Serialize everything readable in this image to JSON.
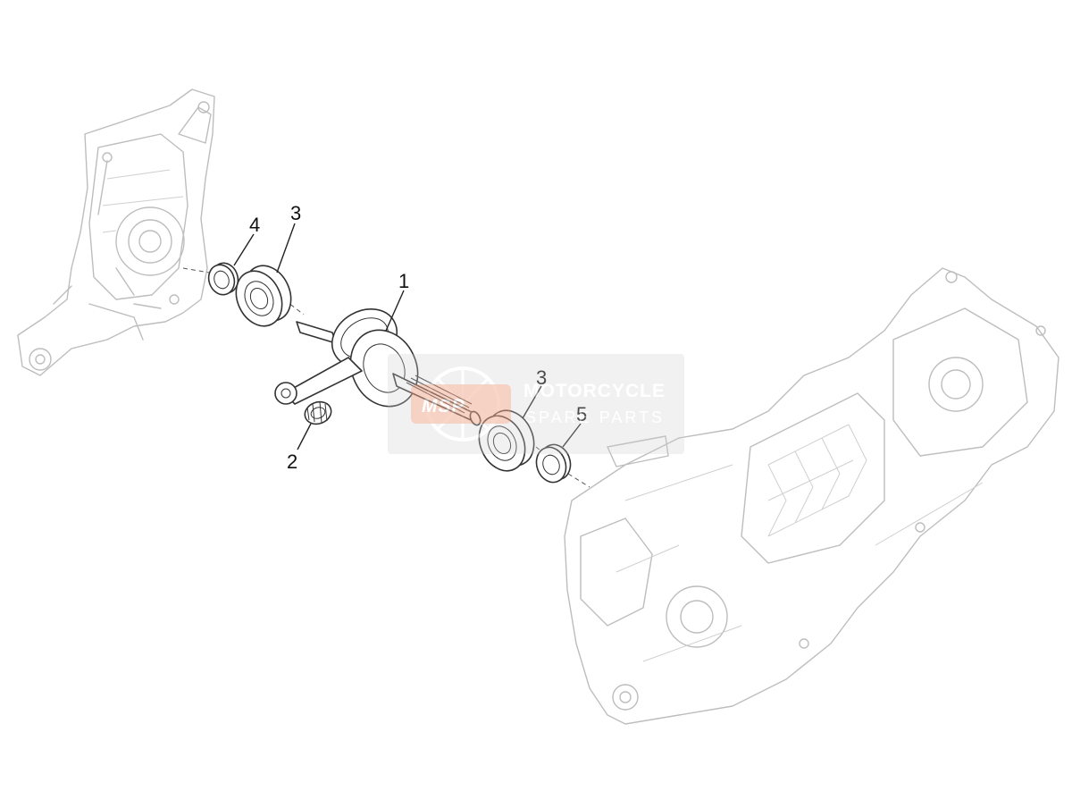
{
  "callouts": [
    {
      "number": "1"
    },
    {
      "number": "2"
    },
    {
      "number": "3"
    },
    {
      "number": "4"
    },
    {
      "number": "3"
    },
    {
      "number": "5"
    }
  ],
  "watermark": {
    "logo_text": "MSP",
    "line1": "MOTORCYCLE",
    "line2": "SPARE PARTS"
  },
  "colors": {
    "ghost_stroke": "#bdbdbd",
    "part_stroke": "#333333",
    "watermark_accent": "#f0a080"
  }
}
